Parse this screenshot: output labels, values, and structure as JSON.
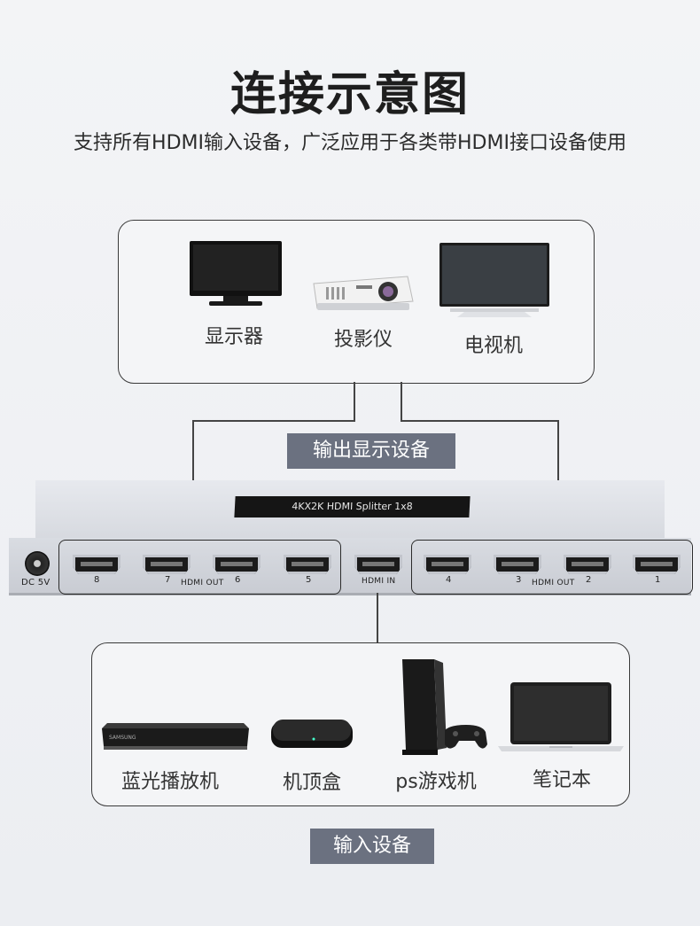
{
  "title": "连接示意图",
  "subtitle": "支持所有HDMI输入设备，广泛应用于各类带HDMI接口设备使用",
  "output_devices": {
    "items": [
      {
        "label": "显示器",
        "icon": "monitor-icon"
      },
      {
        "label": "投影仪",
        "icon": "projector-icon"
      },
      {
        "label": "电视机",
        "icon": "tv-icon"
      }
    ],
    "tag": "输出显示设备"
  },
  "splitter": {
    "plate_text": "4KX2K HDMI Splitter 1x8",
    "dc_label": "DC 5V",
    "hdmi_in_label": "HDMI IN",
    "hdmi_out_label_left": "HDMI OUT",
    "hdmi_out_label_right": "HDMI OUT",
    "left_ports": [
      "8",
      "7",
      "6",
      "5"
    ],
    "right_ports": [
      "4",
      "3",
      "2",
      "1"
    ]
  },
  "input_devices": {
    "items": [
      {
        "label": "蓝光播放机",
        "icon": "bluray-player-icon"
      },
      {
        "label": "机顶盒",
        "icon": "set-top-box-icon"
      },
      {
        "label": "ps游戏机",
        "icon": "game-console-icon"
      },
      {
        "label": "笔记本",
        "icon": "laptop-icon"
      }
    ],
    "tag": "输入设备"
  },
  "colors": {
    "tag_bg": "#6b7180",
    "outline": "#3a3a3a"
  }
}
